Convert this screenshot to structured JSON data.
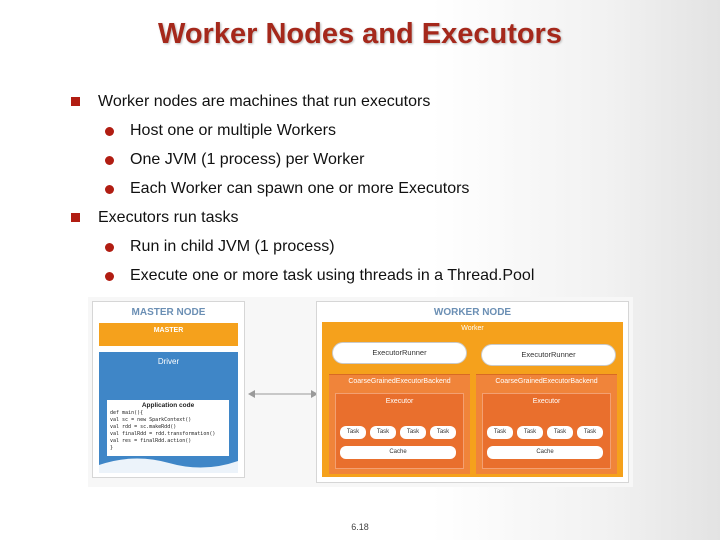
{
  "slide": {
    "title": "Worker Nodes and Executors",
    "page_number": "6.18"
  },
  "bullets": [
    {
      "text": "Worker nodes are machines that run executors",
      "sub": [
        "Host one or multiple Workers",
        "One JVM (1 process) per Worker",
        "Each Worker can spawn one or more Executors"
      ]
    },
    {
      "text": "Executors run tasks",
      "sub": [
        "Run in child JVM (1 process)",
        "Execute one or more task using threads in a Thread.Pool"
      ]
    }
  ],
  "diagram": {
    "master": {
      "header": "MASTER NODE",
      "master_label": "MASTER",
      "driver_label": "Driver",
      "app_code_title": "Application code",
      "code_lines": [
        "def main(){",
        "val sc = new SparkContext()",
        "val rdd = sc.makeRdd()",
        "val finalRdd = rdd.transformation()",
        "val res = finalRdd.action()",
        "}"
      ]
    },
    "worker": {
      "header": "WORKER NODE",
      "worker_label": "Worker",
      "runner_label": "ExecutorRunner",
      "backend_label": "CoarseGrainedExecutorBackend",
      "executor_label": "Executor",
      "task_label": "Task",
      "cache_label": "Cache"
    },
    "colors": {
      "accent": "#f5a11c",
      "driver": "#3f86c7",
      "executor": "#f0843a",
      "title": "#a5281b"
    }
  }
}
